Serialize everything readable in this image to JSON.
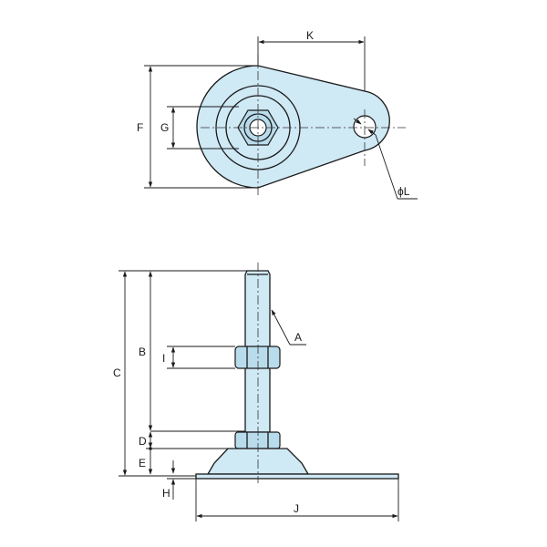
{
  "labels": {
    "K": "K",
    "F": "F",
    "G": "G",
    "L": "ϕL",
    "A": "A",
    "B": "B",
    "C": "C",
    "I": "I",
    "D": "D",
    "E": "E",
    "H": "H",
    "J": "J"
  },
  "colors": {
    "part_fill": "#cfe9f5",
    "line": "#1a1a1a"
  }
}
